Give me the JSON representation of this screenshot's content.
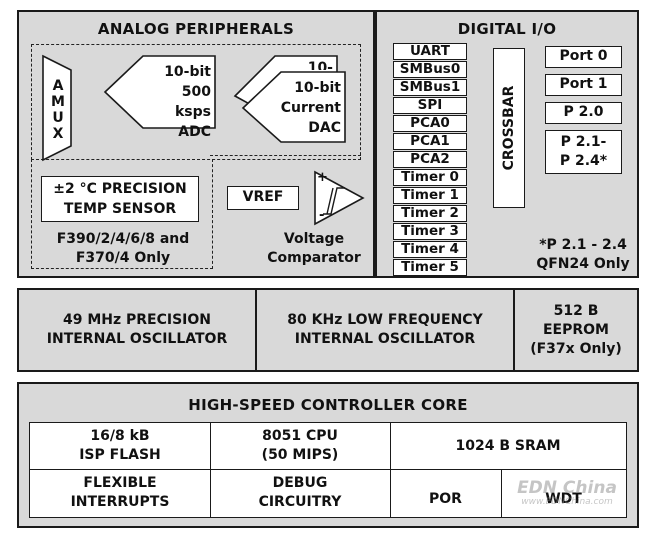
{
  "analog": {
    "title": "ANALOG PERIPHERALS",
    "amux": "AMUX",
    "adc": [
      "10-bit",
      "500 ksps",
      "ADC"
    ],
    "dac": [
      "10-bit",
      "Current",
      "DAC"
    ],
    "dac_back": "10-bit",
    "temp_sensor": [
      "±2 °C PRECISION",
      "TEMP SENSOR"
    ],
    "temp_note": [
      "F390/2/4/6/8 and",
      "F370/4 Only"
    ],
    "vref": "VREF",
    "comparator": [
      "Voltage",
      "Comparator"
    ],
    "plus": "+",
    "minus": "-"
  },
  "digital": {
    "title": "DIGITAL I/O",
    "peripherals": [
      "UART",
      "SMBus0",
      "SMBus1",
      "SPI",
      "PCA0",
      "PCA1",
      "PCA2",
      "Timer 0",
      "Timer 1",
      "Timer 2",
      "Timer 3",
      "Timer 4",
      "Timer 5"
    ],
    "crossbar": "CROSSBAR",
    "ports": [
      "Port 0",
      "Port 1",
      "P 2.0"
    ],
    "port_multi": [
      "P 2.1-",
      "P 2.4*"
    ],
    "note": [
      "*P 2.1 - 2.4",
      "QFN24 Only"
    ]
  },
  "oscillators": {
    "precision": [
      "49 MHz PRECISION",
      "INTERNAL OSCILLATOR"
    ],
    "low_freq": [
      "80 KHz LOW FREQUENCY",
      "INTERNAL OSCILLATOR"
    ],
    "eeprom": [
      "512 B",
      "EEPROM",
      "(F37x Only)"
    ]
  },
  "core": {
    "title": "HIGH-SPEED CONTROLLER CORE",
    "flash": [
      "16/8 kB",
      "ISP FLASH"
    ],
    "cpu": [
      "8051 CPU",
      "(50 MIPS)"
    ],
    "sram": "1024 B SRAM",
    "interrupts": [
      "FLEXIBLE",
      "INTERRUPTS"
    ],
    "debug": [
      "DEBUG",
      "CIRCUITRY"
    ],
    "por": "POR",
    "wdt": "WDT"
  },
  "watermark": [
    "EDN China",
    "www.EDNChina.com"
  ]
}
